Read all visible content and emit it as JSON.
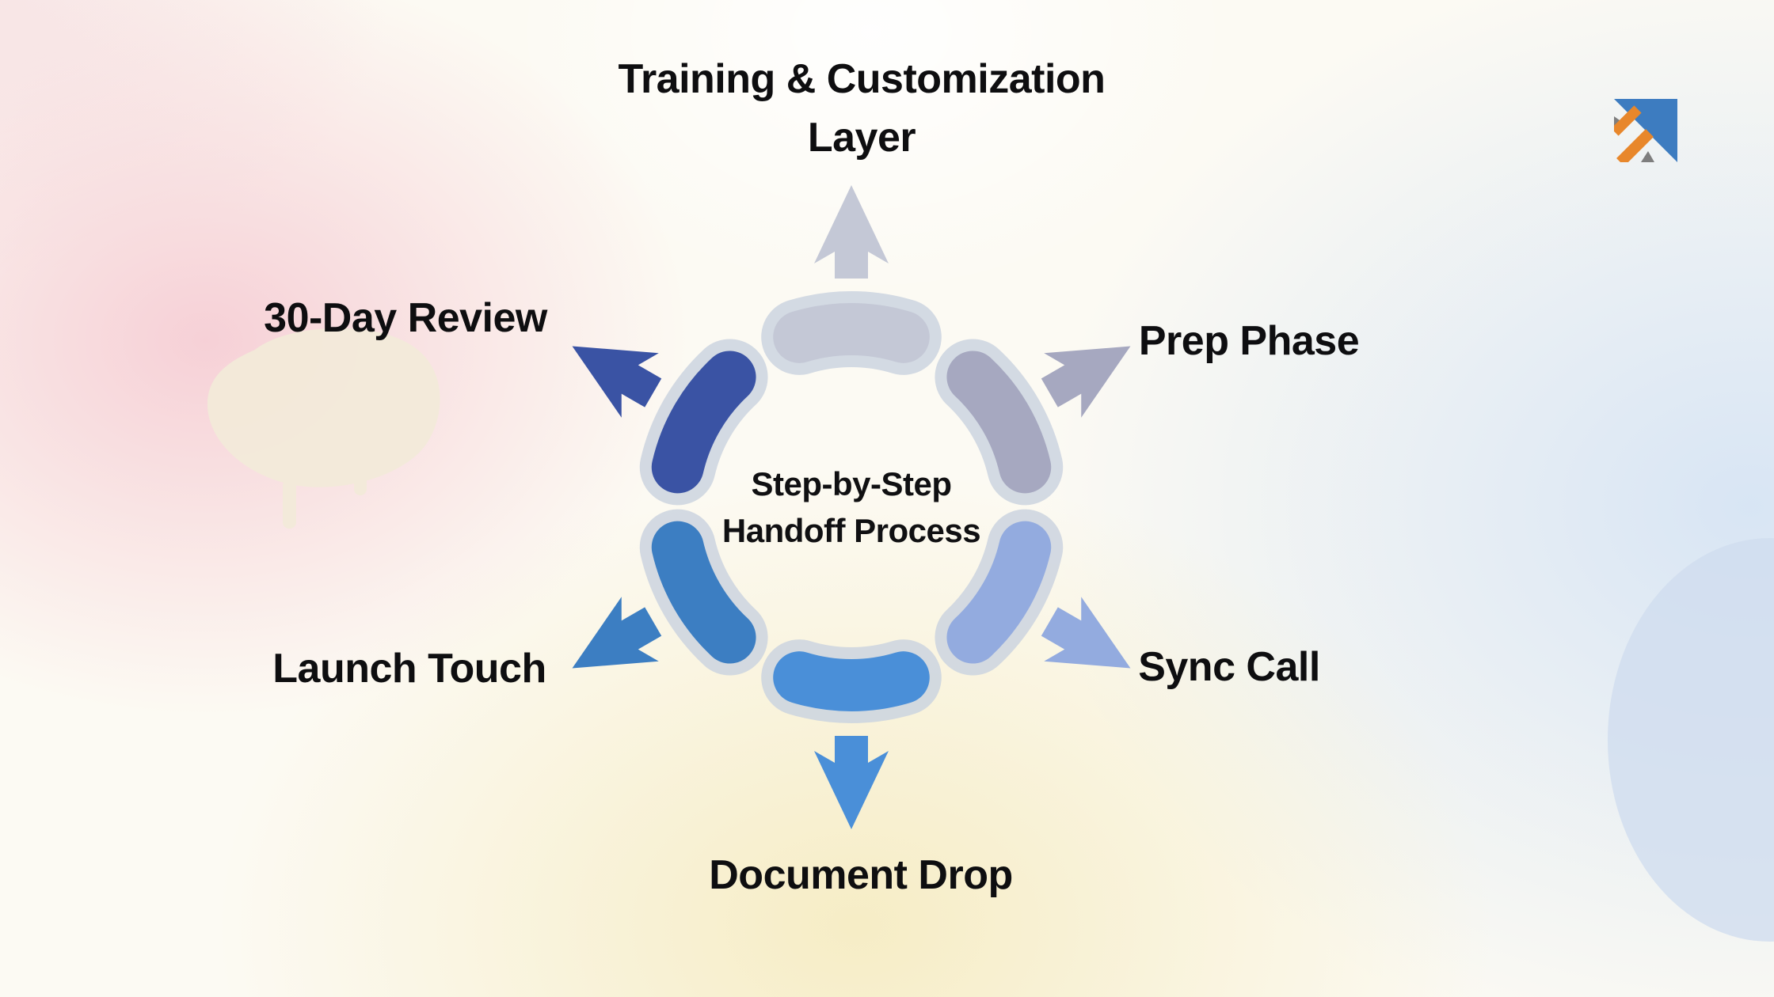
{
  "diagram": {
    "center_label": "Step-by-Step Handoff Process",
    "center_label_lines": [
      "Step-by-Step",
      "Handoff Process"
    ],
    "title_label_lines": [
      "Training & Customization",
      "Layer"
    ],
    "halo_color": "rgba(203,212,223,0.85)",
    "steps": [
      {
        "id": "training-customization-layer",
        "label": "Training & Customization Layer",
        "angle": 0,
        "color": "#c4c8d6"
      },
      {
        "id": "prep-phase",
        "label": "Prep Phase",
        "angle": 60,
        "color": "#a6a8c0"
      },
      {
        "id": "sync-call",
        "label": "Sync Call",
        "angle": 120,
        "color": "#93abdf"
      },
      {
        "id": "document-drop",
        "label": "Document Drop",
        "angle": 180,
        "color": "#4a8fd8"
      },
      {
        "id": "launch-touch",
        "label": "Launch Touch",
        "angle": 240,
        "color": "#3c7ec2"
      },
      {
        "id": "30-day-review",
        "label": "30-Day Review",
        "angle": 300,
        "color": "#3a53a4"
      }
    ]
  },
  "background": {
    "blob_cream": "#f2ebd9",
    "blob_blue": "#cfdcee"
  },
  "logo": {
    "colors": {
      "blue": "#3d7cc0",
      "orange": "#e8872b",
      "gray": "#7e7e7e"
    }
  }
}
